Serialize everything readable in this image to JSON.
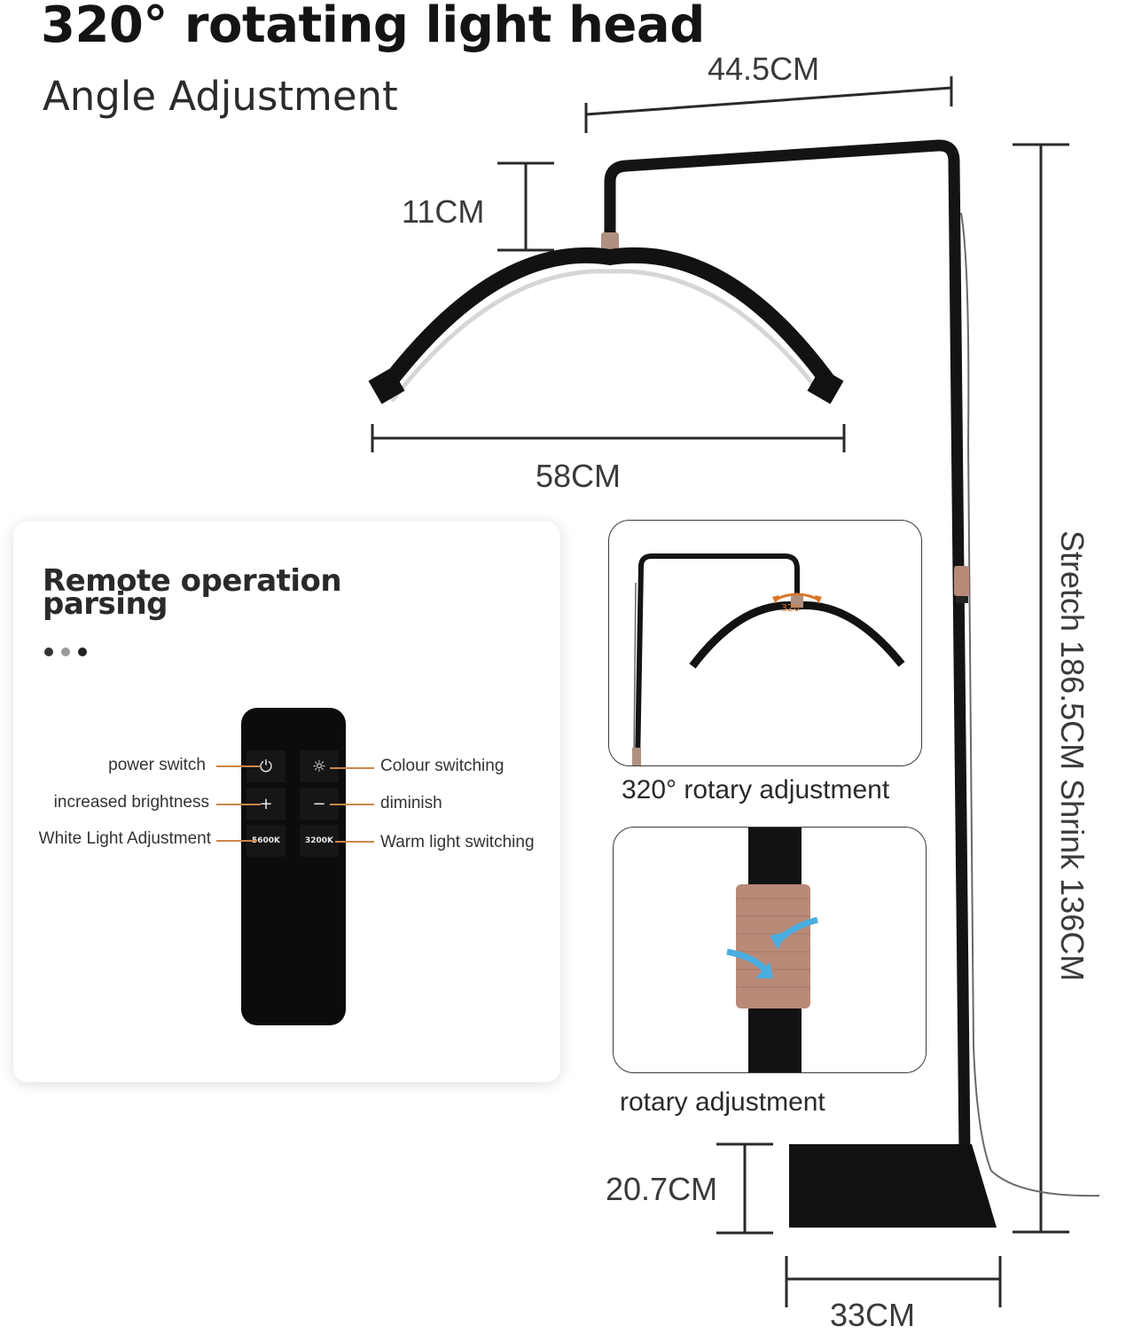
{
  "header": {
    "title": "320° rotating light head",
    "subtitle": "Angle Adjustment"
  },
  "dimensions": {
    "top_arm": "44.5CM",
    "head_height": "11CM",
    "arc_width": "58CM",
    "stretch": "Stretch 186.5CM",
    "shrink": "Shrink 136CM",
    "base_height": "20.7CM",
    "base_width": "33CM"
  },
  "remote_card": {
    "title": "Remote operation parsing",
    "dot_colors": [
      "#333333",
      "#9a9a9a",
      "#222222"
    ],
    "buttons": {
      "power": "⏻",
      "colour": "☼",
      "plus": "+",
      "minus": "−",
      "white": "5600K",
      "warm": "3200K"
    },
    "labels": {
      "power": "power switch",
      "brightness_up": "increased brightness",
      "white": "White Light Adjustment",
      "colour": "Colour switching",
      "diminish": "diminish",
      "warm": "Warm light switching"
    },
    "leader_color": "#c8884a"
  },
  "insets": {
    "rotary_320_caption": "320° rotary adjustment",
    "rotary_320_badge": "320",
    "rotary_caption": "rotary adjustment"
  },
  "colors": {
    "frame": "#141414",
    "accent_orange": "#d8772a",
    "arrow_blue": "#4aaee0",
    "collar": "#b98a78"
  }
}
